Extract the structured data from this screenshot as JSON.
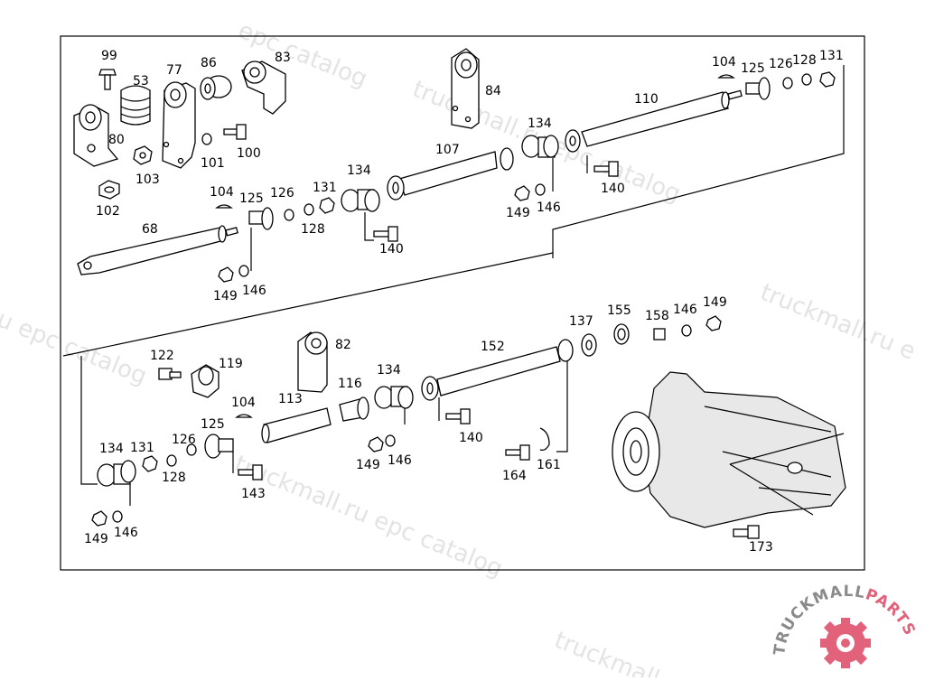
{
  "diagram": {
    "labels": {
      "l99": "99",
      "l53": "53",
      "l77": "77",
      "l86": "86",
      "l83": "83",
      "l84": "84",
      "l80": "80",
      "l103": "103",
      "l101": "101",
      "l100": "100",
      "l102": "102",
      "l104a": "104",
      "l125a": "125",
      "l126a": "126",
      "l128a": "128",
      "l131a": "131",
      "l110": "110",
      "l134a": "134",
      "l107": "107",
      "l140a": "140",
      "l149a": "149",
      "l146a": "146",
      "l104b": "104",
      "l125b": "125",
      "l126b": "126",
      "l131b": "131",
      "l128b": "128",
      "l134b": "134",
      "l140b": "140",
      "l68": "68",
      "l149b": "149",
      "l146b": "146",
      "l122": "122",
      "l119": "119",
      "l82": "82",
      "l152": "152",
      "l137": "137",
      "l155": "155",
      "l158": "158",
      "l146c": "146",
      "l149c": "149",
      "l104c": "104",
      "l113": "113",
      "l116": "116",
      "l134c": "134",
      "l125c": "125",
      "l126c": "126",
      "l134d": "134",
      "l131c": "131",
      "l128c": "128",
      "l140c": "140",
      "l164": "164",
      "l161": "161",
      "l143": "143",
      "l149d": "149",
      "l146d": "146",
      "l149e": "149",
      "l146e": "146",
      "l173": "173"
    }
  },
  "watermark": {
    "text": "truckmall.ru epc catalog",
    "partial_top": "epc catalog",
    "partial_mid": "truckmall.ru",
    "partial_left": "u epc catalog",
    "partial_right": "truckmall.ru e"
  },
  "logo": {
    "text_truckmall": "TRUCKMALL",
    "text_parts": "PARTS",
    "colors": {
      "grey": "#8a8a8a",
      "pink": "#e2627c"
    }
  }
}
